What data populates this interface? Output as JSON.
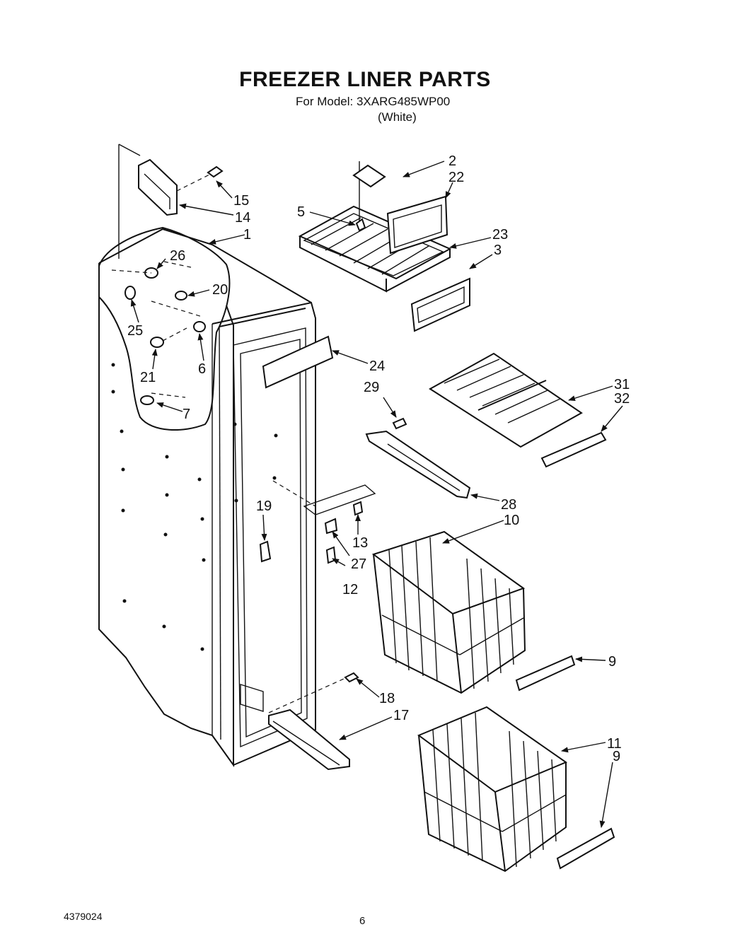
{
  "header": {
    "title": "FREEZER LINER PARTS",
    "model": "For Model: 3XARG485WP00",
    "color": "(White)"
  },
  "footer": {
    "doc_number": "4379024",
    "page_number": "6"
  },
  "callouts": {
    "c1": "1",
    "c2": "2",
    "c3": "3",
    "c5": "5",
    "c6": "6",
    "c7": "7",
    "c9a": "9",
    "c9b": "9",
    "c10": "10",
    "c11": "11",
    "c12": "12",
    "c13": "13",
    "c14": "14",
    "c15": "15",
    "c17": "17",
    "c18": "18",
    "c19": "19",
    "c20": "20",
    "c21": "21",
    "c22": "22",
    "c23": "23",
    "c24": "24",
    "c25": "25",
    "c26": "26",
    "c27": "27",
    "c28": "28",
    "c29": "29",
    "c31": "31",
    "c32": "32"
  }
}
